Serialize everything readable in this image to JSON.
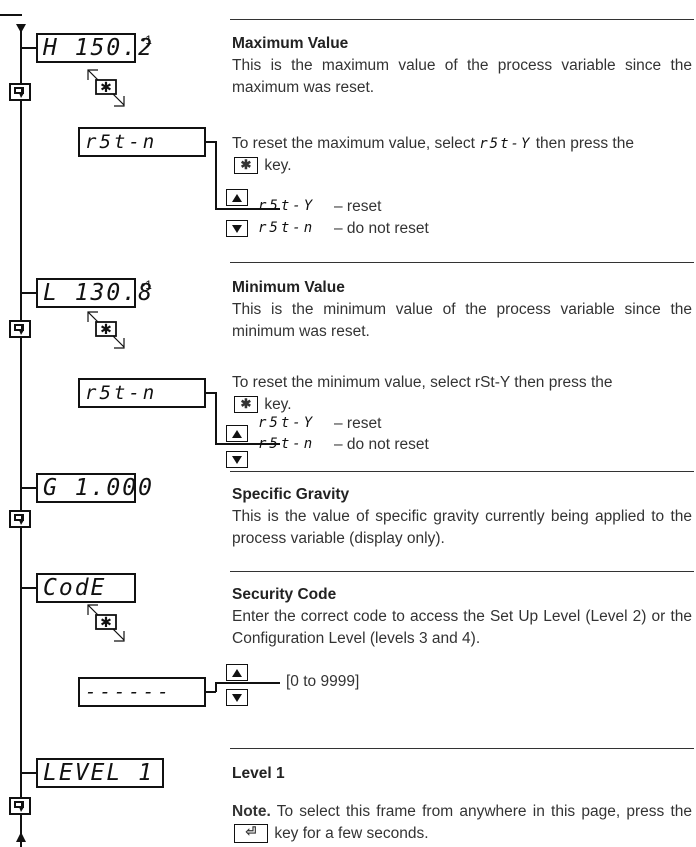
{
  "frames": [
    {
      "display": "H 150.2",
      "footnote": "•1",
      "title": "Maximum Value",
      "desc": "This is the maximum value of the process variable since the maximum was reset.",
      "sub_display": "r5t-n",
      "instr_pre": "To reset the maximum value, select",
      "instr_code": "r5t-Y",
      "instr_post": "then press the",
      "instr_end": "key.",
      "options": [
        {
          "code": "r5t-Y",
          "label": "– reset"
        },
        {
          "code": "r5t-n",
          "label": "– do not reset"
        }
      ]
    },
    {
      "display": "L 130.8",
      "footnote": "•1",
      "title": "Minimum Value",
      "desc": "This is the minimum value of the process variable since the minimum was reset.",
      "sub_display": "r5t-n",
      "instr_pre": "To reset the minimum value, select rSt-Y then press the",
      "instr_end": "key.",
      "options": [
        {
          "code": "r5t-Y",
          "label": "– reset"
        },
        {
          "code": "r5t-n",
          "label": "– do not reset"
        }
      ]
    },
    {
      "display": "G 1.000",
      "title": "Specific Gravity",
      "desc": "This is the value of specific gravity currently being applied to the process variable (display only)."
    },
    {
      "display": "CodE",
      "title": "Security Code",
      "desc": "Enter the correct code to access the Set Up Level (Level 2) or the Configuration Level (levels 3 and 4).",
      "sub_display": "------",
      "range": "[0 to 9999]"
    },
    {
      "display": "LEVEL 1",
      "title": "Level 1",
      "note_label": "Note.",
      "note_pre": "To select this frame from anywhere in this page, press the",
      "note_post": "key for a few seconds."
    }
  ],
  "icons": {
    "scroll_key": "scroll-key-icon",
    "star_key": "star-key-icon",
    "up_key": "up-arrow-key-icon",
    "down_key": "down-arrow-key-icon"
  }
}
